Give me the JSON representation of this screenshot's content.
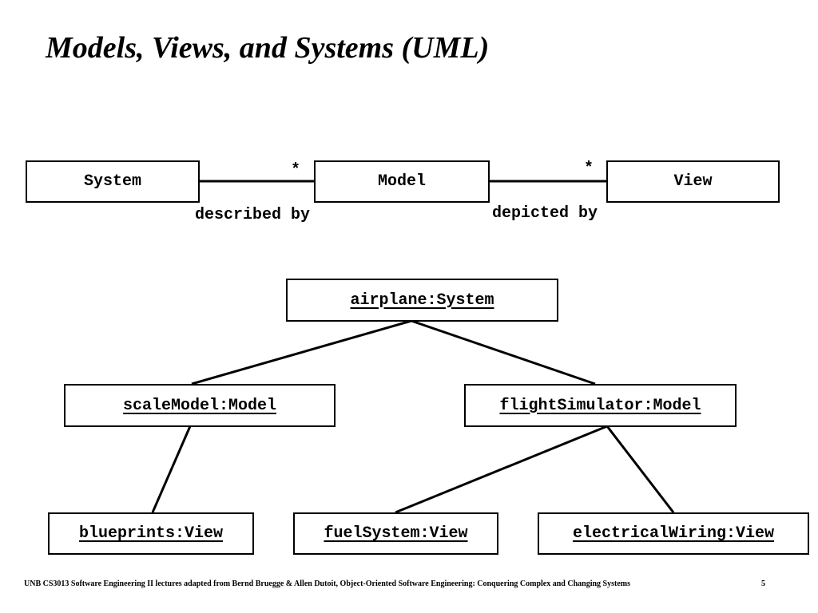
{
  "title": "Models, Views, and Systems (UML)",
  "class_diagram": {
    "classes": {
      "system": "System",
      "model": "Model",
      "view": "View"
    },
    "associations": {
      "system_model": {
        "role": "described by",
        "multiplicity": "*"
      },
      "model_view": {
        "role": "depicted by",
        "multiplicity": "*"
      }
    }
  },
  "object_diagram": {
    "airplane": "airplane:System",
    "scale_model": "scaleModel:Model",
    "flight_simulator": "flightSimulator:Model",
    "blueprints": "blueprints:View",
    "fuel_system": "fuelSystem:View",
    "electrical_wiring": "electricalWiring:View"
  },
  "footer": {
    "text": "UNB CS3013 Software Engineering II lectures adapted from Bernd Bruegge & Allen Dutoit, Object-Oriented Software Engineering: Conquering Complex and Changing Systems",
    "page": "5"
  }
}
